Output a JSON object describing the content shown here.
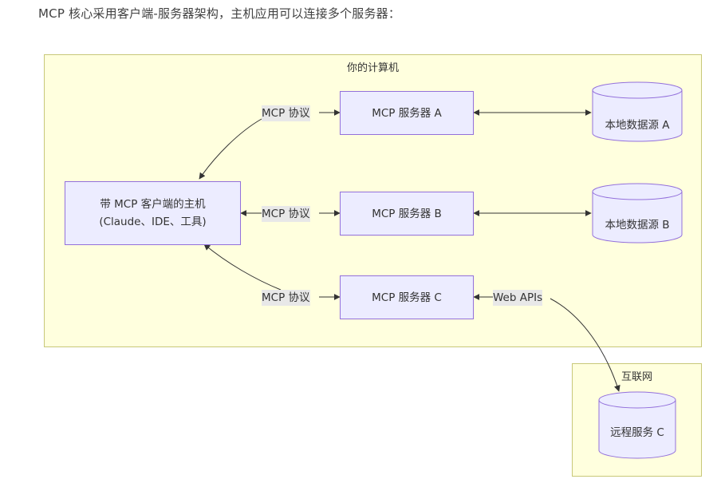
{
  "intro_text": "MCP 核心采用客户端-服务器架构，主机应用可以连接多个服务器：",
  "clusters": {
    "computer": "你的计算机",
    "internet": "互联网"
  },
  "host": {
    "line1": "带 MCP 客户端的主机",
    "line2": "(Claude、IDE、工具)"
  },
  "servers": {
    "a": "MCP 服务器 A",
    "b": "MCP 服务器 B",
    "c": "MCP 服务器 C"
  },
  "datasources": {
    "a": "本地数据源 A",
    "b": "本地数据源 B",
    "remote": "远程服务 C"
  },
  "edge_labels": {
    "protocol_a": "MCP 协议",
    "protocol_b": "MCP 协议",
    "protocol_c": "MCP 协议",
    "web_apis": "Web APIs"
  },
  "colors": {
    "cluster_fill": "#ffffde",
    "cluster_border": "#c8c878",
    "node_fill": "#ececff",
    "node_border": "#9370db",
    "edge_label_bg": "#e8e8e8"
  }
}
